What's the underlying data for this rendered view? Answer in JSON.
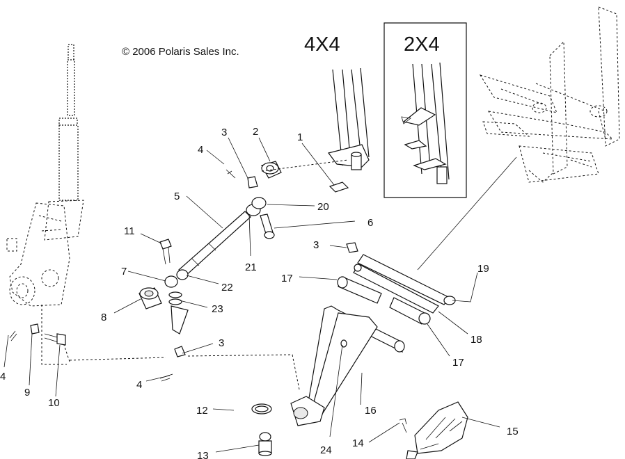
{
  "copyright": "© 2006 Polaris Sales Inc.",
  "variants": {
    "four_by_four": "4X4",
    "two_by_four": "2X4"
  },
  "callouts": {
    "c1": "1",
    "c2": "2",
    "c3a": "3",
    "c3b": "3",
    "c3c": "3",
    "c4a": "4",
    "c4b": "4",
    "c4c": "4",
    "c5": "5",
    "c6": "6",
    "c7": "7",
    "c8": "8",
    "c9": "9",
    "c10": "10",
    "c11": "11",
    "c12": "12",
    "c13": "13",
    "c14": "14",
    "c15": "15",
    "c16": "16",
    "c17a": "17",
    "c17b": "17",
    "c18": "18",
    "c19": "19",
    "c20": "20",
    "c21": "21",
    "c22": "22",
    "c23": "23",
    "c24": "24"
  }
}
